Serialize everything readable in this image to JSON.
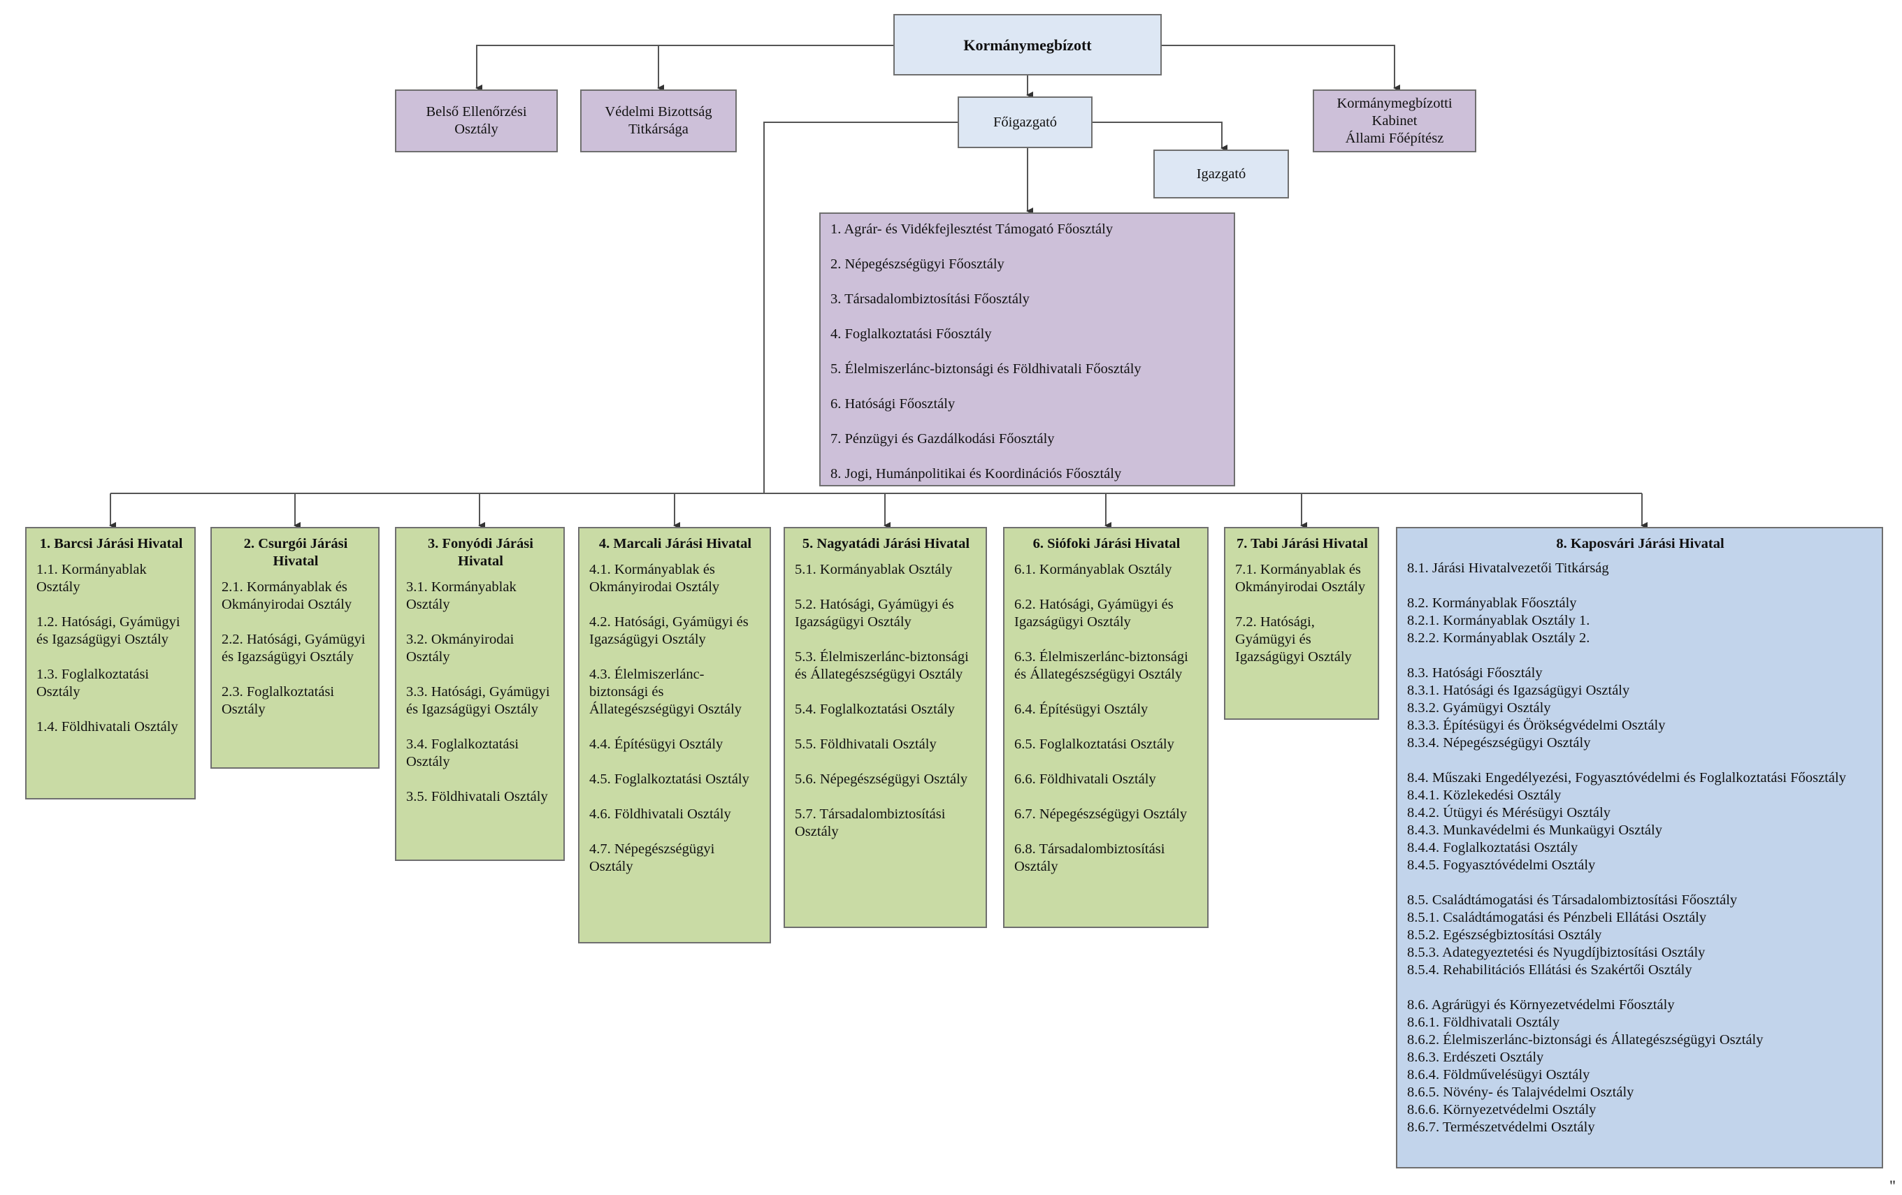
{
  "top": {
    "commissioner": "Kormánymegbízott",
    "internal_audit": [
      "Belső Ellenőrzési",
      "Osztály"
    ],
    "defense_secretariat": [
      "Védelmi Bizottság",
      "Titkársága"
    ],
    "cabinet": [
      "Kormánymegbízotti",
      "Kabinet",
      "Állami Főépítész"
    ],
    "director_general": "Főigazgató",
    "director": "Igazgató"
  },
  "main_departments": [
    "1. Agrár- és Vidékfejlesztést Támogató Főosztály",
    "2. Népegészségügyi Főosztály",
    "3. Társadalombiztosítási Főosztály",
    "4. Foglalkoztatási Főosztály",
    "5. Élelmiszerlánc-biztonsági és Földhivatali Főosztály",
    "6. Hatósági Főosztály",
    "7. Pénzügyi és Gazdálkodási Főosztály",
    "8. Jogi, Humánpolitikai és Koordinációs Főosztály"
  ],
  "district_offices": [
    {
      "title": "1. Barcsi Járási Hivatal",
      "items": [
        "1.1. Kormányablak Osztály",
        "1.2. Hatósági, Gyámügyi és Igazságügyi Osztály",
        "1.3. Foglalkoztatási Osztály",
        "1.4. Földhivatali Osztály"
      ]
    },
    {
      "title": "2. Csurgói Járási Hivatal",
      "items": [
        "2.1. Kormányablak és Okmányirodai Osztály",
        "2.2. Hatósági, Gyámügyi és Igazságügyi Osztály",
        "2.3. Foglalkoztatási Osztály"
      ]
    },
    {
      "title": "3. Fonyódi Járási Hivatal",
      "items": [
        "3.1. Kormányablak Osztály",
        "3.2. Okmányirodai Osztály",
        "3.3. Hatósági, Gyámügyi és Igazságügyi Osztály",
        "3.4. Foglalkoztatási Osztály",
        "3.5. Földhivatali Osztály"
      ]
    },
    {
      "title": "4. Marcali Járási Hivatal",
      "items": [
        "4.1. Kormányablak és Okmányirodai Osztály",
        "4.2. Hatósági, Gyámügyi és Igazságügyi Osztály",
        "4.3. Élelmiszerlánc-biztonsági és Állategészségügyi Osztály",
        "4.4. Építésügyi Osztály",
        "4.5. Foglalkoztatási Osztály",
        "4.6. Földhivatali Osztály",
        "4.7. Népegészségügyi Osztály"
      ]
    },
    {
      "title": "5. Nagyatádi Járási Hivatal",
      "items": [
        "5.1. Kormányablak Osztály",
        "5.2. Hatósági, Gyámügyi és Igazságügyi Osztály",
        "5.3. Élelmiszerlánc-biztonsági és Állategészségügyi Osztály",
        "5.4. Foglalkoztatási Osztály",
        "5.5. Földhivatali Osztály",
        "5.6. Népegészségügyi Osztály",
        "5.7. Társadalombiztosítási Osztály"
      ]
    },
    {
      "title": "6. Siófoki Járási Hivatal",
      "items": [
        "6.1. Kormányablak Osztály",
        "6.2. Hatósági, Gyámügyi és Igazságügyi Osztály",
        "6.3. Élelmiszerlánc-biztonsági és Állategészségügyi Osztály",
        "6.4. Építésügyi Osztály",
        "6.5. Foglalkoztatási Osztály",
        "6.6. Földhivatali Osztály",
        "6.7. Népegészségügyi Osztály",
        "6.8. Társadalombiztosítási Osztály"
      ]
    },
    {
      "title": "7. Tabi Járási Hivatal",
      "items": [
        "7.1. Kormányablak és Okmányirodai Osztály",
        "7.2. Hatósági, Gyámügyi és Igazságügyi Osztály"
      ]
    }
  ],
  "kaposvar": {
    "title": "8. Kaposvári Járási Hivatal",
    "sections": [
      [
        "8.1. Járási Hivatalvezetői Titkárság"
      ],
      [
        "8.2. Kormányablak Főosztály",
        "8.2.1. Kormányablak Osztály 1.",
        "8.2.2. Kormányablak Osztály 2."
      ],
      [
        "8.3. Hatósági Főosztály",
        "8.3.1. Hatósági és Igazságügyi Osztály",
        "8.3.2. Gyámügyi Osztály",
        "8.3.3. Építésügyi és Örökségvédelmi Osztály",
        "8.3.4. Népegészségügyi Osztály"
      ],
      [
        "8.4. Műszaki Engedélyezési, Fogyasztóvédelmi és Foglalkoztatási Főosztály",
        "8.4.1. Közlekedési Osztály",
        "8.4.2. Útügyi és Mérésügyi Osztály",
        "8.4.3. Munkavédelmi és Munkaügyi Osztály",
        "8.4.4. Foglalkoztatási Osztály",
        "8.4.5. Fogyasztóvédelmi Osztály"
      ],
      [
        "8.5. Családtámogatási és Társadalombiztosítási Főosztály",
        "8.5.1. Családtámogatási és Pénzbeli Ellátási Osztály",
        "8.5.2. Egészségbiztosítási Osztály",
        "8.5.3. Adategyeztetési és Nyugdíjbiztosítási Osztály",
        "8.5.4. Rehabilitációs Ellátási és Szakértői Osztály"
      ],
      [
        "8.6. Agrárügyi és Környezetvédelmi Főosztály",
        "8.6.1. Földhivatali Osztály",
        "8.6.2. Élelmiszerlánc-biztonsági és Állategészségügyi Osztály",
        "8.6.3. Erdészeti Osztály",
        "8.6.4. Földművelésügyi Osztály",
        "8.6.5. Növény- és Talajvédelmi Osztály",
        "8.6.6. Környezetvédelmi Osztály",
        "8.6.7. Természetvédelmi Osztály"
      ]
    ]
  },
  "footnote": "\"",
  "colors": {
    "light_blue": "#dde7f4",
    "purple": "#cdc0d9",
    "green": "#c9dba5",
    "kaposvar_blue": "#c2d4eb",
    "connector": "#555555"
  }
}
